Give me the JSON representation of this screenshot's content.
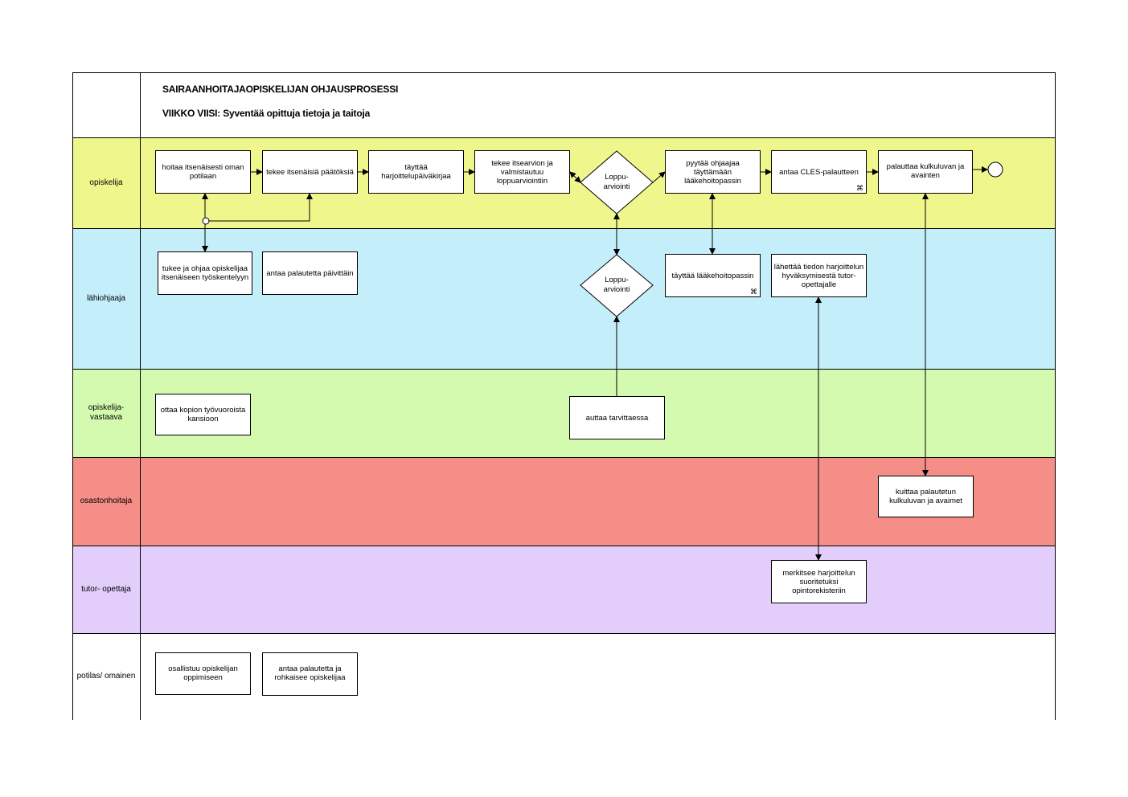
{
  "header": {
    "title": "SAIRAANHOITAJAOPISKELIJAN OHJAUSPROSESSI",
    "subtitle": "VIIKKO VIISI: Syventää opittuja tietoja ja taitoja"
  },
  "lanes": {
    "opiskelija": {
      "label": "opiskelija",
      "color": "#eff78c"
    },
    "lahiohjaaja": {
      "label": "lähiohjaaja",
      "color": "#c4eefa"
    },
    "opiskelijavastaava": {
      "label": "opiskelija-\nvastaava",
      "color": "#d4fab0"
    },
    "osastonhoitaja": {
      "label": "osastonhoitaja",
      "color": "#f68e88"
    },
    "tutor": {
      "label": "tutor- opettaja",
      "color": "#e3cdfb"
    },
    "potilas": {
      "label": "potilas/ omainen",
      "color": "#ffffff"
    }
  },
  "steps": {
    "hoitaa": "hoitaa itsenäisesti oman potilaan",
    "tekee_paatoksia": "tekee itsenäisiä päätöksiä",
    "tayttaa_paivakirjaa": "täyttää harjoittelupäiväkirjaa",
    "itsearvio": "tekee itsearvion ja valmistautuu loppuarviointiin",
    "loppuarviointi_1": "Loppu-\narviointi",
    "pyytaa": "pyytää ohjaajaa täyttämään lääkehoitopassin",
    "cles": "antaa CLES-palautteen",
    "palauttaa": "palauttaa kulkuluvan ja avainten",
    "tukee": "tukee ja ohjaa opiskelijaa itsenäiseen työskentelyyn",
    "antaa_palautetta": "antaa palautetta päivittäin",
    "loppuarviointi_2": "Loppu-\narviointi",
    "tayttaa_passin": "täyttää lääkehoitopassin",
    "lahettaa": "lähettää tiedon harjoittelun hyväksymisestä tutor-opettajalle",
    "ottaa_kopion": "ottaa kopion työvuoroista kansioon",
    "auttaa": "auttaa tarvittaessa",
    "kuittaa": "kuittaa palautetun kulkuluvan ja avaimet",
    "merkitsee": "merkitsee harjoittelun suoritetuksi opintorekisteriin",
    "osallistuu": "osallistuu opiskelijan oppimiseen",
    "rohkaisee": "antaa palautetta ja rohkaisee opiskelijaa"
  },
  "icons": {
    "document_symbol": "document-link-icon",
    "end": "end-event-circle"
  }
}
